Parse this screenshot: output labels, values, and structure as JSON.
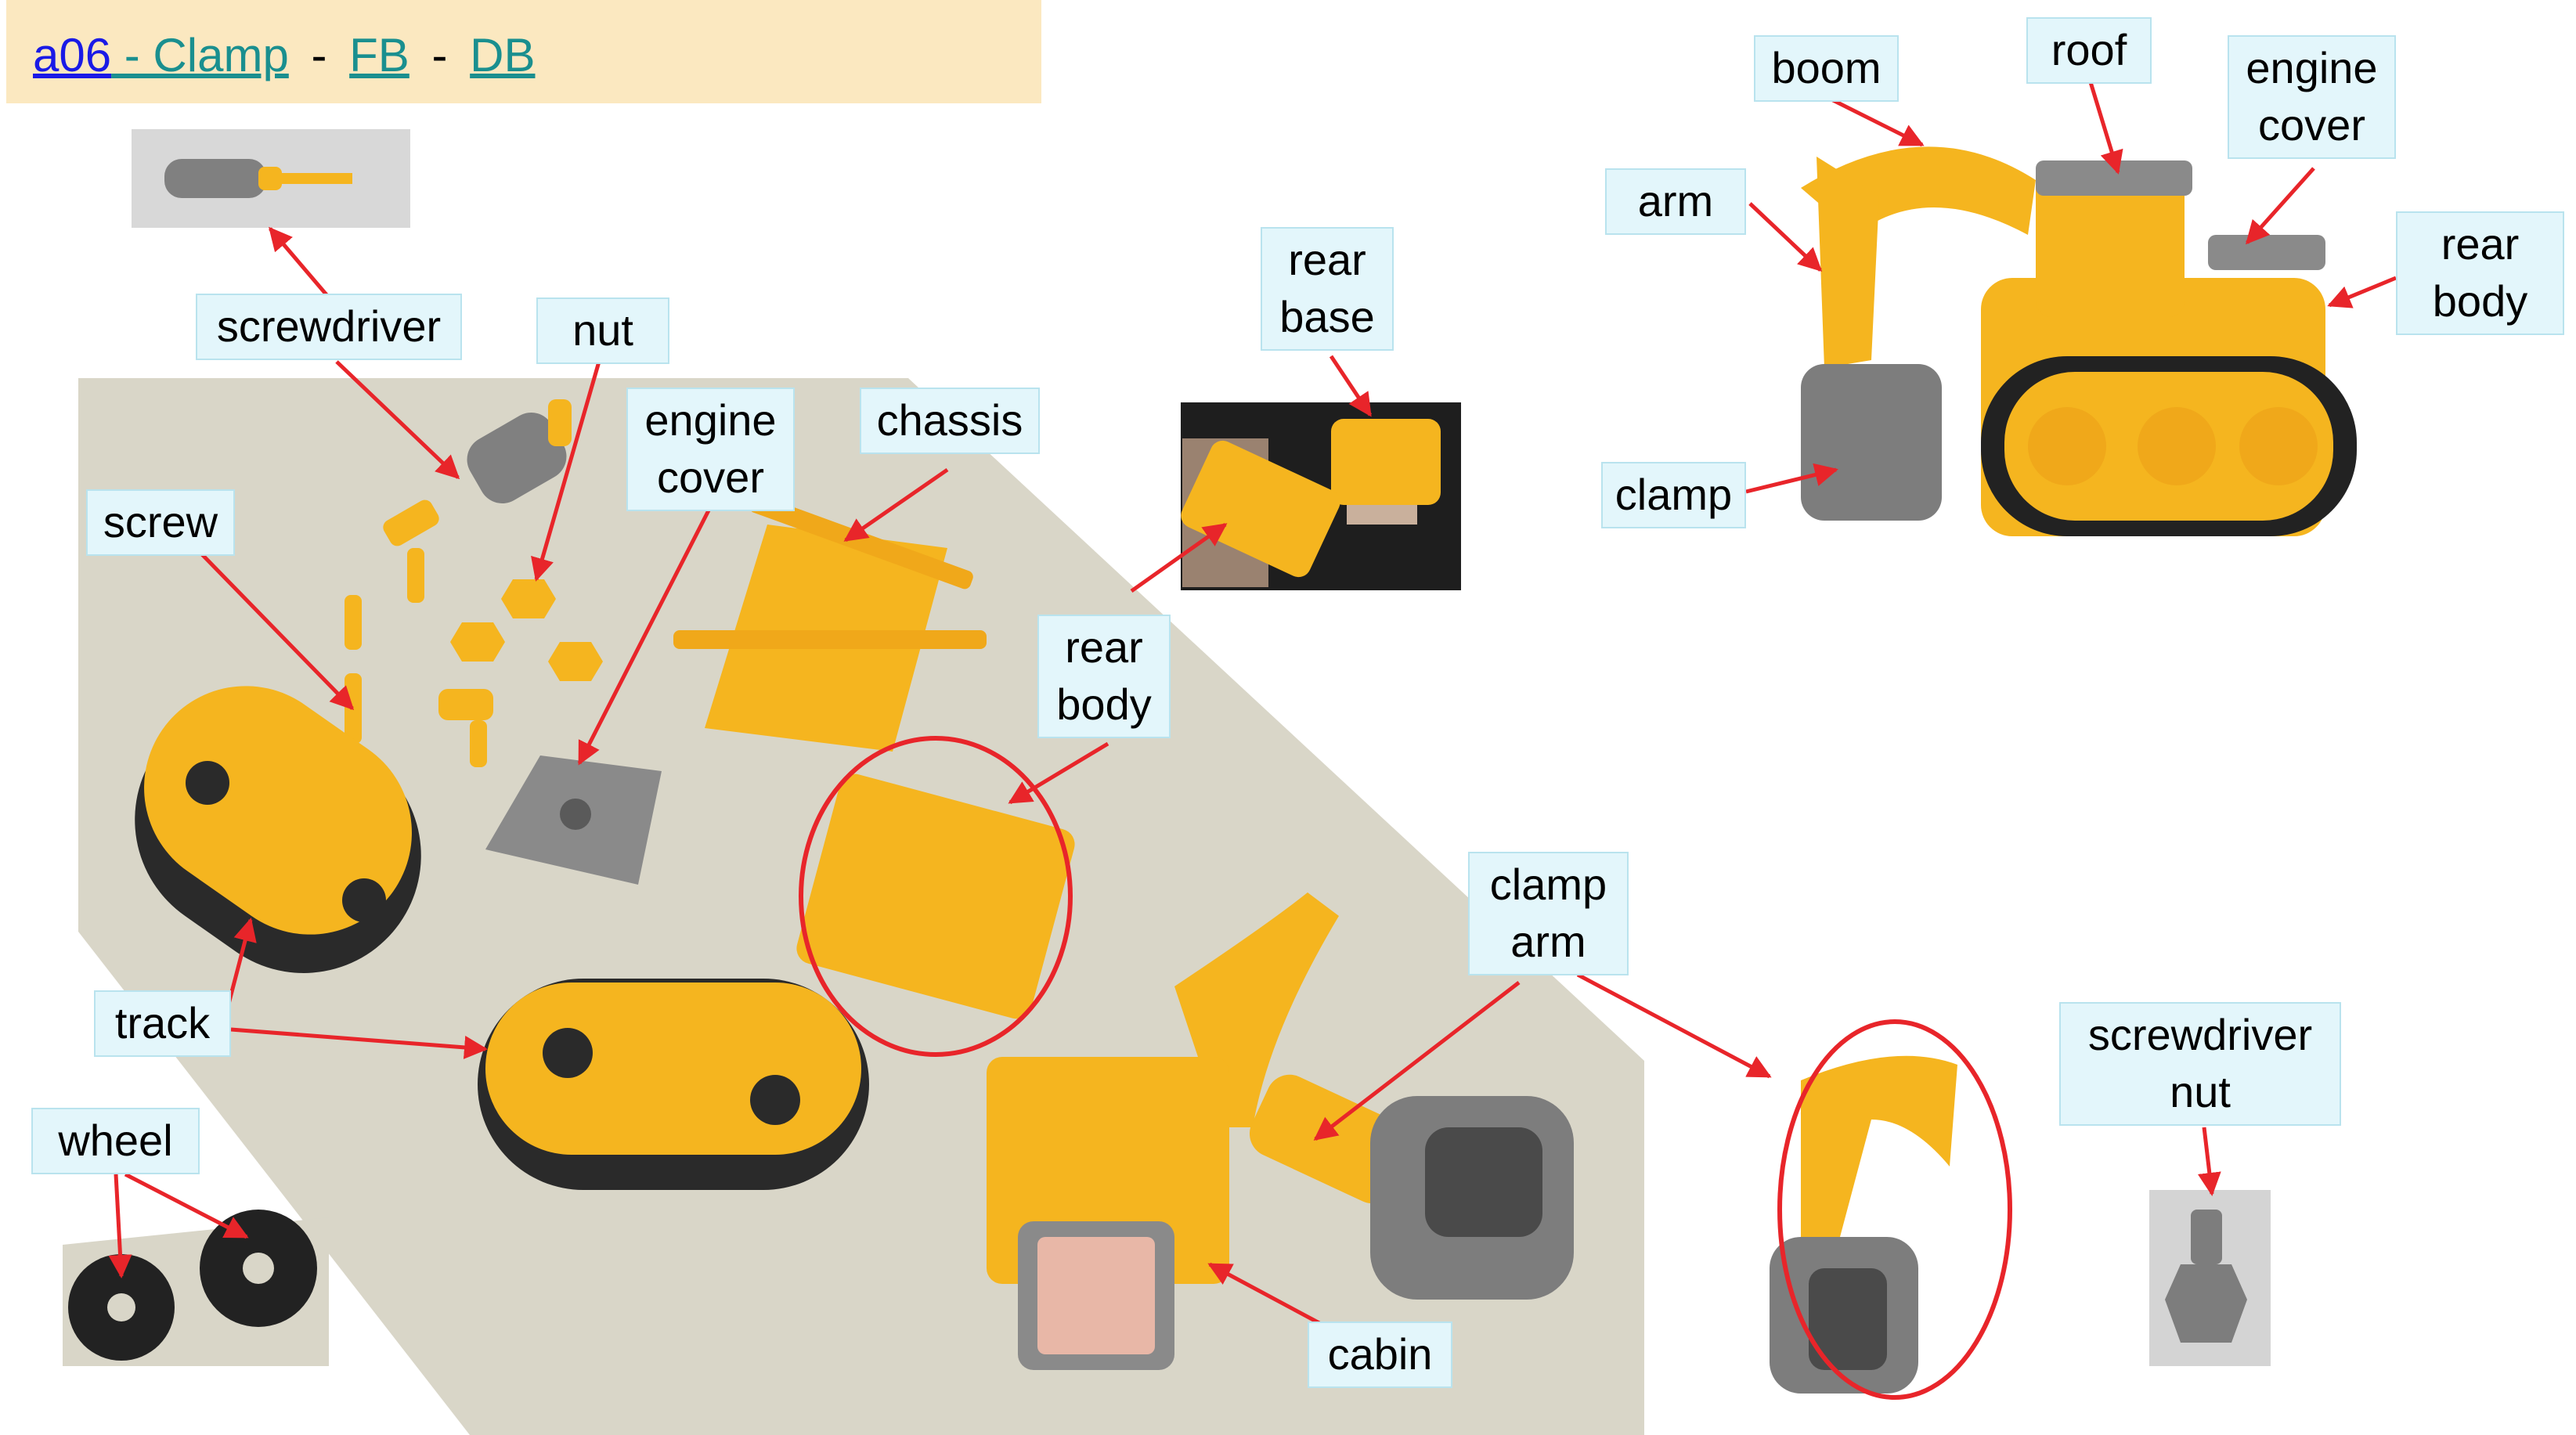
{
  "header": {
    "link_a06": "a06",
    "link_clamp": " - Clamp",
    "sep1": "-",
    "link_fb": "FB",
    "sep2": "-",
    "link_db": "DB"
  },
  "labels": {
    "screwdriver": "screwdriver",
    "nut": "nut",
    "engine_cover_l1": "engine",
    "engine_cover_l2": "cover",
    "chassis": "chassis",
    "screw": "screw",
    "rear_base_l1": "rear",
    "rear_base_l2": "base",
    "rear_body_l1": "rear",
    "rear_body_l2": "body",
    "clamp_arm_l1": "clamp",
    "clamp_arm_l2": "arm",
    "track": "track",
    "wheel": "wheel",
    "cabin": "cabin",
    "boom": "boom",
    "roof": "roof",
    "arm": "arm",
    "excavator_engine_cover_l1": "engine",
    "excavator_engine_cover_l2": "cover",
    "excavator_rear_body_l1": "rear",
    "excavator_rear_body_l2": "body",
    "clamp": "clamp",
    "screwdriver_nut_l1": "screwdriver",
    "screwdriver_nut_l2": "nut"
  },
  "colors": {
    "arrow": "#e8252a",
    "label_bg": "#e3f6fb",
    "part_yellow": "#f5b51f",
    "part_grey": "#7d7d7d",
    "track_black": "#2a2a2a"
  }
}
